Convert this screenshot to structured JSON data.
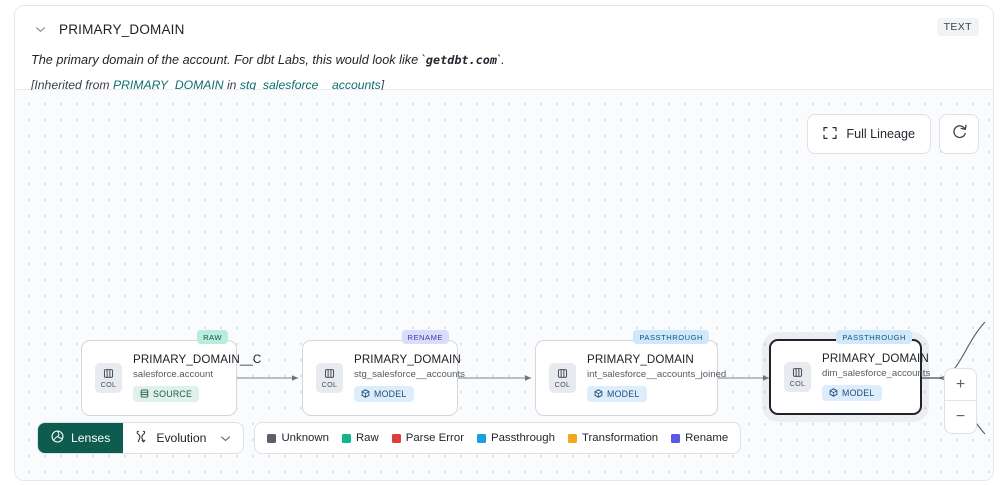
{
  "header": {
    "collapse_icon": "chevron-down-icon",
    "title": "PRIMARY_DOMAIN",
    "type_badge": "TEXT",
    "description_prefix": "The primary domain of the account. For dbt Labs, this would look like `",
    "description_code": "getdbt.com",
    "description_suffix": "`.",
    "inherited_open": "[Inherited from ",
    "inherited_link": "PRIMARY_DOMAIN",
    "inherited_mid": " in ",
    "inherited_source": "stg_salesforce__accounts",
    "inherited_close": "]"
  },
  "canvas": {
    "full_lineage_label": "Full Lineage",
    "refresh_icon": "refresh-icon",
    "zoom_in_label": "+",
    "zoom_out_label": "−"
  },
  "nodes": [
    {
      "tag": "RAW",
      "tag_class": "tag-raw",
      "col_label": "COL",
      "title": "PRIMARY_DOMAIN__C",
      "subtitle": "salesforce.account",
      "kind": "SOURCE",
      "kind_class": "kind-source",
      "selected": false
    },
    {
      "tag": "RENAME",
      "tag_class": "tag-rename",
      "col_label": "COL",
      "title": "PRIMARY_DOMAIN",
      "subtitle": "stg_salesforce__accounts",
      "kind": "MODEL",
      "kind_class": "kind-model",
      "selected": false
    },
    {
      "tag": "PASSTHROUGH",
      "tag_class": "tag-passthrough",
      "col_label": "COL",
      "title": "PRIMARY_DOMAIN",
      "subtitle": "int_salesforce__accounts_joined",
      "kind": "MODEL",
      "kind_class": "kind-model",
      "selected": false
    },
    {
      "tag": "PASSTHROUGH",
      "tag_class": "tag-passthrough",
      "col_label": "COL",
      "title": "PRIMARY_DOMAIN",
      "subtitle": "dim_salesforce_accounts",
      "kind": "MODEL",
      "kind_class": "kind-model",
      "selected": true
    }
  ],
  "toolbar": {
    "lenses_label": "Lenses",
    "lenses_icon": "aperture-icon",
    "evolution_label": "Evolution",
    "evolution_icon": "evolution-icon",
    "evolution_caret": "chevron-down-icon"
  },
  "legend": [
    {
      "label": "Unknown",
      "color": "#5b6168"
    },
    {
      "label": "Raw",
      "color": "#13b58a"
    },
    {
      "label": "Parse Error",
      "color": "#e03c3c"
    },
    {
      "label": "Passthrough",
      "color": "#1a9fe0"
    },
    {
      "label": "Transformation",
      "color": "#f2a71b"
    },
    {
      "label": "Rename",
      "color": "#5b57e8"
    }
  ]
}
